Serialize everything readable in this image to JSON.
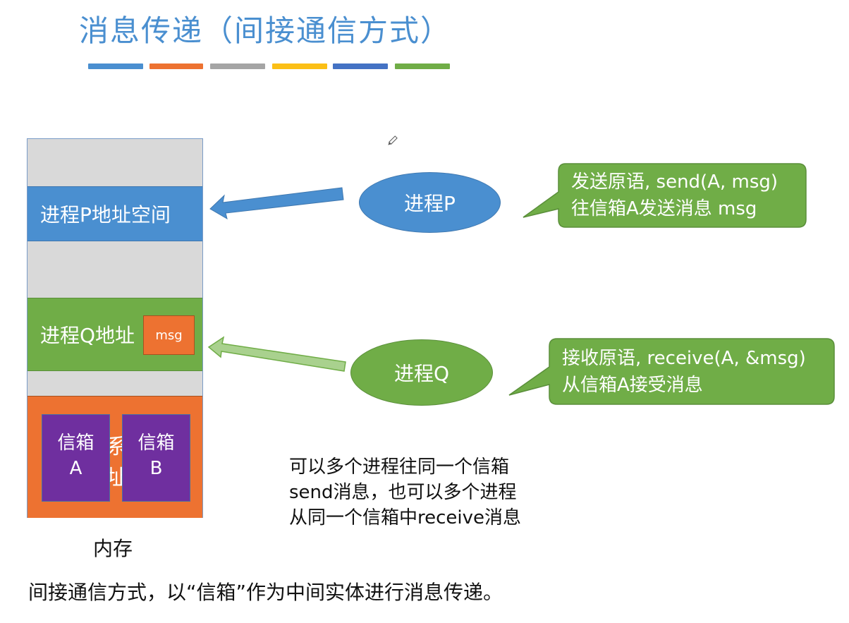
{
  "title": "消息传递（间接通信方式）",
  "title_bar_colors": [
    "#4a8fd0",
    "#ed7231",
    "#a5a5a5",
    "#fbbf16",
    "#4472c4",
    "#70ad47"
  ],
  "memory": {
    "region_p_label": "进程P地址空间",
    "region_q_label": "进程Q地址",
    "msg_label": "msg",
    "kernel_partial_top": "系",
    "kernel_partial_bottom": "址",
    "mailbox_a": {
      "line1": "信箱",
      "line2": "A"
    },
    "mailbox_b": {
      "line1": "信箱",
      "line2": "B"
    },
    "caption": "内存"
  },
  "process_p": "进程P",
  "process_q": "进程Q",
  "callout_send": {
    "line1": "发送原语, send(A, msg)",
    "line2": "往信箱A发送消息 msg"
  },
  "callout_receive": {
    "line1": "接收原语, receive(A, &msg)",
    "line2": "从信箱A接受消息"
  },
  "note": {
    "line1": "可以多个进程往同一个信箱",
    "line2": "send消息，也可以多个进程",
    "line3": "从同一个信箱中receive消息"
  },
  "footer": "间接通信方式，以“信箱”作为中间实体进行消息传递。",
  "colors": {
    "blue": "#4a8fd0",
    "green": "#70ad47",
    "orange": "#ed7231",
    "purple": "#6f2f9f",
    "light_green_arrow": "#a9d18e"
  }
}
